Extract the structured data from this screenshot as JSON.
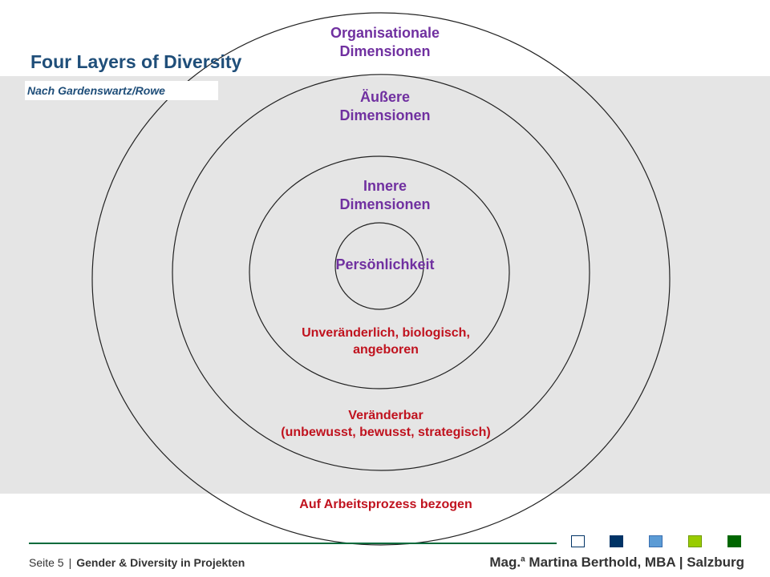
{
  "slide": {
    "title": "Four Layers of Diversity",
    "subtitle": "Nach Gardenswartz/Rowe"
  },
  "layers": {
    "organisational": {
      "line1": "Organisationale",
      "line2": "Dimensionen"
    },
    "external": {
      "line1": "Äußere",
      "line2": "Dimensionen"
    },
    "internal": {
      "line1": "Innere",
      "line2": "Dimensionen"
    },
    "personality": "Persönlichkeit"
  },
  "annotations": {
    "internal_note": {
      "line1": "Unveränderlich, biologisch,",
      "line2": "angeboren"
    },
    "external_note": {
      "line1": "Veränderbar",
      "line2": "(unbewusst, bewusst, strategisch)"
    },
    "organisational_note": "Auf Arbeitsprozess bezogen"
  },
  "footer": {
    "page": "Seite 5",
    "separator": "|",
    "course": "Gender & Diversity in Projekten",
    "author_pre": "Mag.",
    "author_sup": "a",
    "author_post": " Martina Berthold, MBA | Salzburg"
  },
  "colors": {
    "title": "#1f4e79",
    "layer_labels": "#7030a0",
    "notes": "#c0121e",
    "band": "#e5e5e5",
    "footer_line": "#006a3b",
    "footer_squares": [
      "#ffffff",
      "#003366",
      "#5b9bd5",
      "#99cc00",
      "#006600"
    ]
  }
}
